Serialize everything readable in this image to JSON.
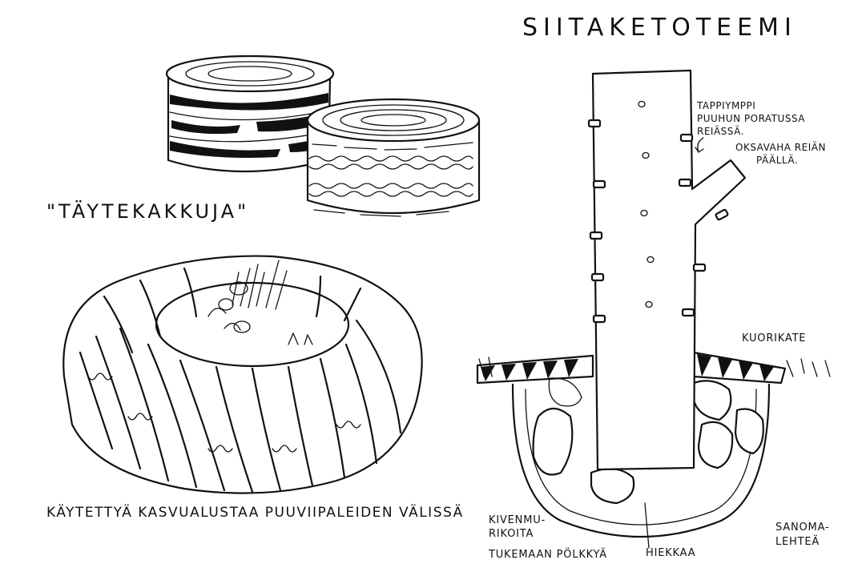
{
  "title": "SIITAKETOTEEMI",
  "cakes_label": "\"TÄYTEKAKKUJA\"",
  "ring_caption": "KÄYTETTYÄ KASVUALUSTAA PUUVIIPALEIDEN VÄLISSÄ",
  "annotations": {
    "plug_line1": "TAPPIYMPPI",
    "plug_line2": "PUUHUN PORATUSSA",
    "plug_line3": "REIÄSSÄ.",
    "wax_line1": "OKSAVAHA REIÄN",
    "wax_line2": "PÄÄLLÄ.",
    "bark_mulch": "KUORIKATE",
    "stones_line1": "KIVENMU-",
    "stones_line2": "RIKOITA",
    "stones_line3": "TUKEMAAN PÖLKKYÄ",
    "sand": "HIEKKAA",
    "newspaper_line1": "SANOMA-",
    "newspaper_line2": "LEHTEÄ"
  }
}
